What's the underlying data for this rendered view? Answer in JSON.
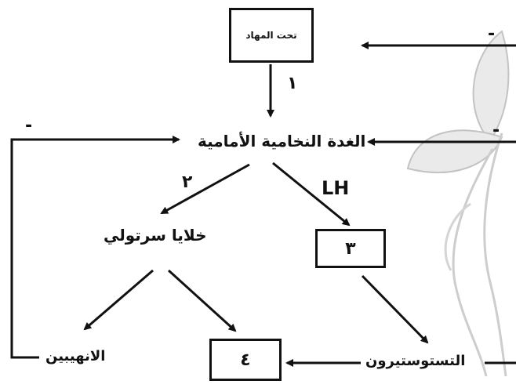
{
  "nodes": {
    "hypothalamus": "تحت المهاد",
    "anterior_pituitary": "الغدة النخامية الأمامية",
    "sertoli_cells": "خلايا سرتولي",
    "box_3": "٣",
    "inhibin": "الانهيبين",
    "box_4": "٤",
    "testosterone": "التستوستيرون"
  },
  "edge_labels": {
    "one": "١",
    "two": "٢",
    "lh": "LH"
  },
  "feedback_marks": {
    "minus": "-"
  },
  "colors": {
    "line": "#111111",
    "leaf_fill": "#e6e6e6",
    "leaf_stroke": "#b5b5b5"
  }
}
